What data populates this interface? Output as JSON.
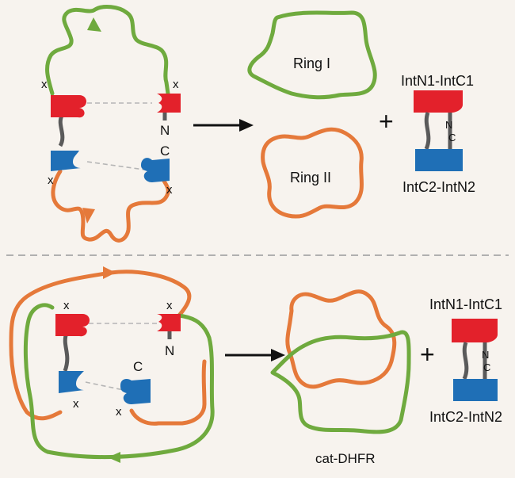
{
  "colors": {
    "background": "#f7f3ee",
    "green": "#6faa3e",
    "orange": "#e5793a",
    "red": "#e3212b",
    "blue": "#1f6fb6",
    "linker": "#5a5a5a",
    "dashed": "#b5b5b5",
    "divider": "#b0b0b0"
  },
  "top": {
    "mark_x": "x",
    "mark_N": "N",
    "mark_C": "C",
    "ring1": "Ring I",
    "ring2": "Ring II",
    "plus": "+",
    "product_top": "IntN1-IntC1",
    "product_bottom": "IntC2-IntN2",
    "product_N": "N",
    "product_C": "C"
  },
  "bottom": {
    "mark_x": "x",
    "mark_N": "N",
    "mark_C": "C",
    "catenane": "cat-DHFR",
    "plus": "+",
    "product_top": "IntN1-IntC1",
    "product_bottom": "IntC2-IntN2",
    "product_N": "N",
    "product_C": "C"
  }
}
